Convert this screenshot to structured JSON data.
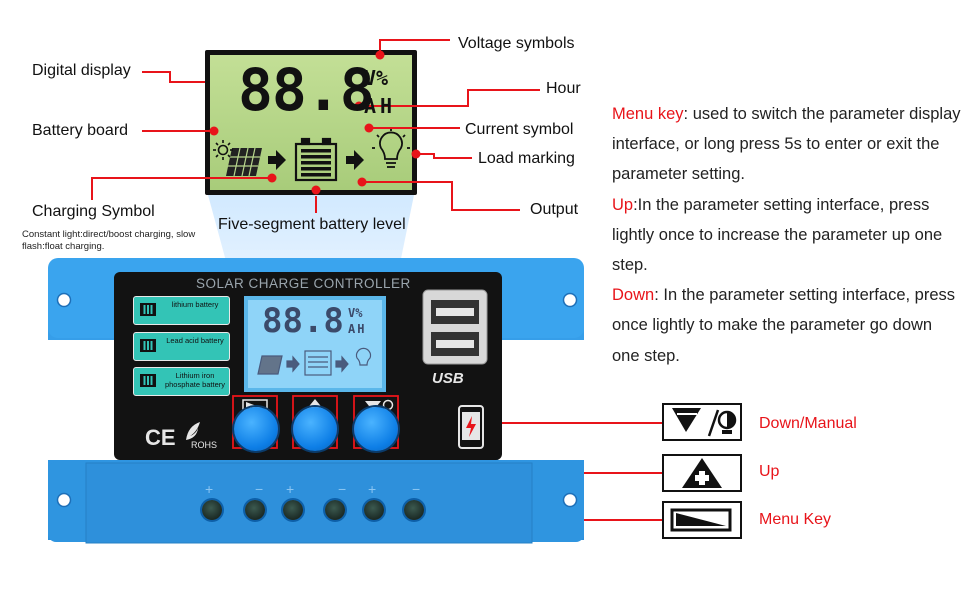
{
  "controller": {
    "title": "SOLAR CHARGE CONTROLLER",
    "lcd_digits": "88.8",
    "lcd_unit_top": "V%",
    "lcd_unit_bottom": "AH",
    "usb_label": "USB",
    "ce_mark": "CE",
    "rohs_mark": "ROHS",
    "battery_types": [
      "lithium battery",
      "Lead acid battery",
      "Lithium iron phosphate battery"
    ]
  },
  "callouts": {
    "digital_display": "Digital display",
    "battery_board": "Battery board",
    "charging_symbol": "Charging Symbol",
    "charging_note": "Constant light:direct/boost charging, slow flash:float charging.",
    "five_segment": "Five-segment battery level",
    "voltage_symbols": "Voltage symbols",
    "hour": "Hour",
    "current_symbol": "Current symbol",
    "load_marking": "Load marking",
    "output": "Output"
  },
  "descriptions": {
    "menu_key": "Menu key",
    "menu_text": ": used to switch the parameter display interface, or long press 5s to enter or exit the parameter setting.",
    "up_key": "Up",
    "up_text": ":In the parameter setting interface, press lightly once to increase the parameter up one step.",
    "down_key": "Down",
    "down_text": ": In the parameter setting interface, press once lightly to make the parameter go down one step."
  },
  "key_legend": {
    "down_manual": "Down/Manual",
    "up": "Up",
    "menu_key": "Menu Key"
  },
  "colors": {
    "accent_red": "#e8141a",
    "lcd_green": "#b8d68a",
    "panel_black": "#121212",
    "case_blue": "#3aa0e8",
    "badge_teal": "#33c4b6"
  }
}
